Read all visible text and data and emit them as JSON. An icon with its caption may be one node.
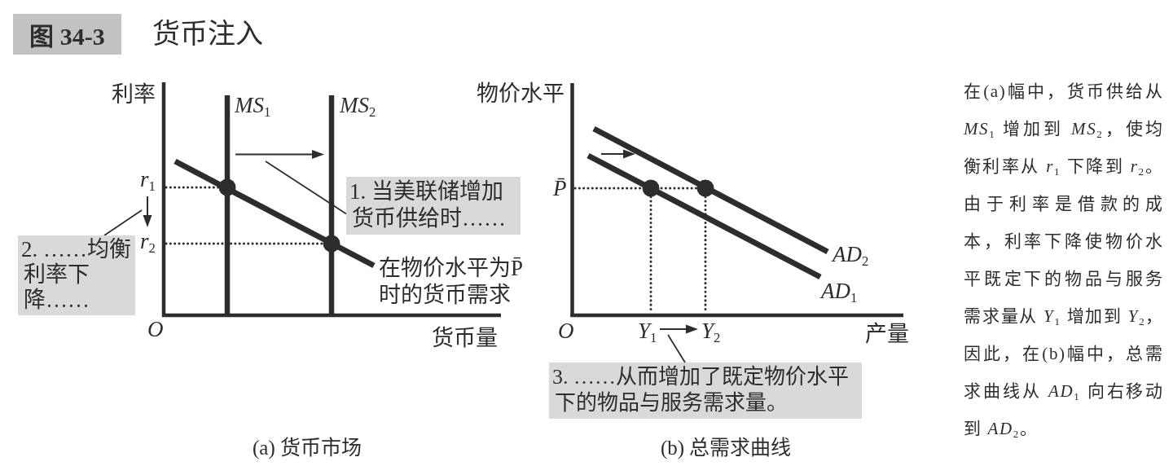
{
  "diagram": {
    "title": "货币注入",
    "nodes": [
      {
        "text": [
          "图 34-3"
        ]
      },
      {
        "text": [
          "1. 当美联储增加货币供给时……"
        ]
      },
      {
        "text": [
          "2. ……均衡利率下降……"
        ]
      },
      {
        "text": [
          "3. ……从而增加了既定物价水平下的物品与服务需求量。"
        ]
      }
    ],
    "edges": [
      {
        "from": 1,
        "to": null,
        "arrow": "none"
      },
      {
        "from": 2,
        "to": null,
        "arrow": "none"
      },
      {
        "from": 3,
        "to": null,
        "arrow": "none"
      }
    ],
    "labels": [
      "利率",
      "MS$_{1}$",
      "MS$_{2}$",
      "r$_{1}$",
      "r$_{2}$",
      "在物价水平为P̄时的货币需求",
      "O",
      "货币量",
      "(a) 货币市场",
      "物价水平",
      "P̄",
      "AD$_{2}$",
      "AD$_{1}$",
      "O",
      "Y$_{1}$",
      "Y$_{2}$",
      "产量",
      "(b) 总需求曲线",
      "在(a)幅中，货币供给从 *MS*$_{1}$ 增加到 *MS*$_{2}$，使均衡利率从 *r*$_{1}$ 下降到 *r*$_{2}$。由于利率是借款的成本，利率下降使物价水平既定下的物品与服务需求量从 *Y*$_{1}$ 增加到 *Y*$_{2}$，因此，在(b)幅中，总需求曲线从 *AD*$_{1}$ 向右移动到 *AD*$_{2}$。"
    ]
  }
}
